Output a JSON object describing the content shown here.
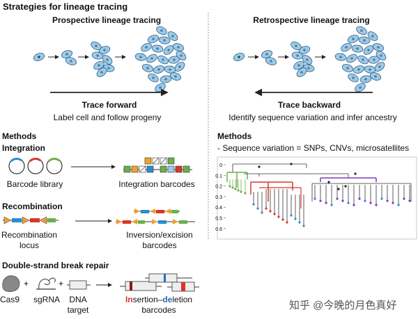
{
  "figure_title": "Strategies for lineage tracing",
  "left_panel": {
    "title": "Prospective lineage tracing",
    "arrow_label": "Trace forward",
    "caption": "Label cell and follow progeny",
    "methods_heading": "Methods",
    "integration": {
      "heading": "Integration",
      "barcode_library_label": "Barcode library",
      "integration_barcodes_label": "Integration barcodes"
    },
    "recombination": {
      "heading": "Recombination",
      "locus_label_line1": "Recombination",
      "locus_label_line2": "locus",
      "result_label_line1": "Inversion/excision",
      "result_label_line2": "barcodes"
    },
    "dsb_repair": {
      "heading": "Double-strand break repair",
      "cas9_label": "Cas9",
      "sgrna_label": "sgRNA",
      "dna_label_line1": "DNA",
      "dna_label_line2": "target",
      "result_part1": "In",
      "result_part2": "sertion",
      "result_part3": "–",
      "result_part4": "de",
      "result_part5": "letion",
      "result_line2": "barcodes"
    }
  },
  "right_panel": {
    "title": "Retrospective lineage tracing",
    "arrow_label": "Trace backward",
    "caption": "Identify sequence variation and infer ancestry",
    "methods_heading": "Methods",
    "methods_text": "- Sequence variation = SNPs, CNVs, microsatellites",
    "tree_axis_ticks": [
      "0",
      "0.1",
      "0.2",
      "0.3",
      "0.4",
      "0.5",
      "0.6"
    ]
  },
  "watermark": "知乎 @今晚的月色真好",
  "colors": {
    "cell_fill": "#9ecae8",
    "cell_marked": "#1f4e6e",
    "green": "#6ab04c",
    "red": "#d9362b",
    "blue": "#2b8ccf",
    "purple": "#7a3fb5",
    "orange": "#f0a030"
  }
}
